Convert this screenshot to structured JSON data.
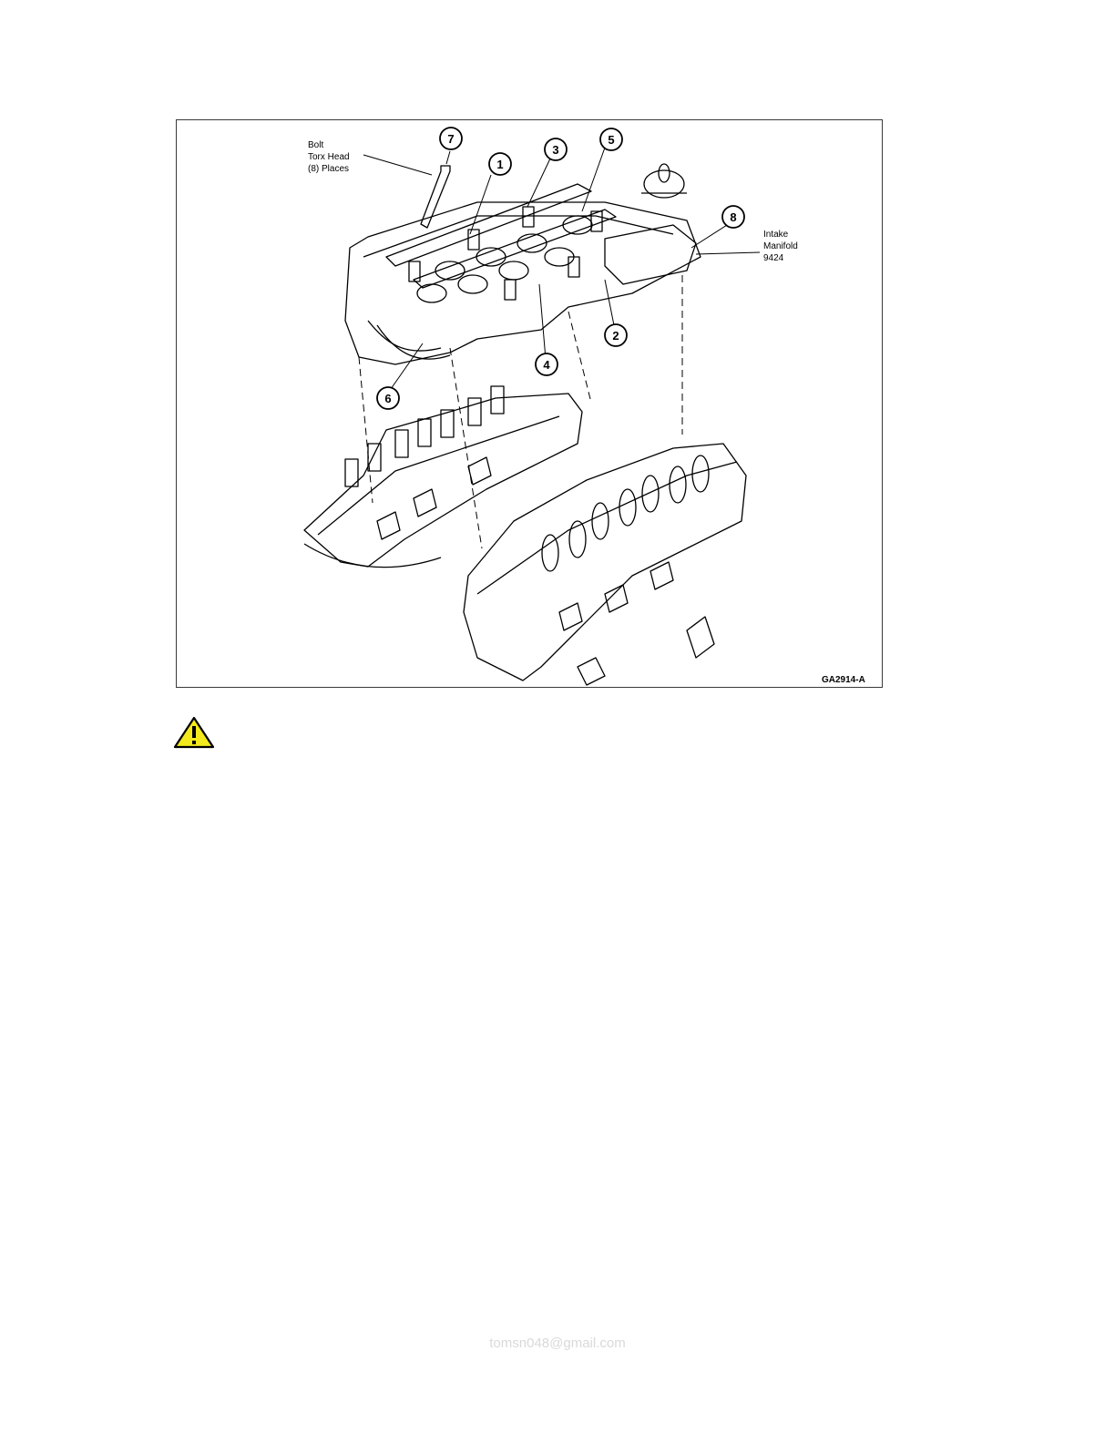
{
  "figure": {
    "code": "GA2914-A",
    "callouts": [
      "1",
      "2",
      "3",
      "4",
      "5",
      "6",
      "7",
      "8"
    ],
    "bolt_label": [
      "Bolt",
      "Torx Head",
      "(8) Places"
    ],
    "manifold_label": [
      "Intake",
      "Manifold",
      "9424"
    ]
  },
  "warning_icon": "warning-triangle-icon",
  "warning_color": "#f2ea1c",
  "footer": {
    "email": "tomsn048@gmail.com"
  }
}
